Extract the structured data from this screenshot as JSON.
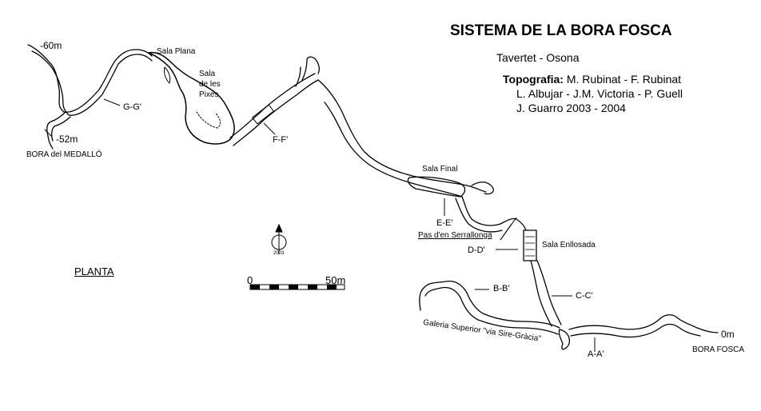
{
  "title": "SISTEMA DE LA BORA FOSCA",
  "region": "Tavertet - Osona",
  "credits": {
    "key": "Topografia:",
    "line1": "M. Rubinat - F. Rubinat",
    "line2": "L. Albujar - J.M. Victoria - P. Guell",
    "line3": "J. Guarro   2003 - 2004"
  },
  "view_label": "PLANTA",
  "scale": {
    "start": "0",
    "end": "50m"
  },
  "compass_year": "2003",
  "depths": {
    "d60": "-60m",
    "d52": "-52m",
    "d0": "0m"
  },
  "entrances": {
    "medallo": "BORA del MEDALLÓ",
    "fosca": "BORA FOSCA"
  },
  "rooms": {
    "sala_plana": "Sala Plana",
    "sala_pixes": [
      "Sala",
      "de les",
      "Pixes"
    ],
    "sala_final": "Sala Final",
    "pas_serrallonga": "Pas d'en Serrallonga",
    "sala_enllosada": "Sala Enllosada",
    "galeria_superior": "Galeria Superior \"via Sire-Gràcia\""
  },
  "sections": {
    "gg": "G-G'",
    "ff": "F-F'",
    "ee": "E-E'",
    "dd": "D-D'",
    "cc": "C-C'",
    "bb": "B-B'",
    "aa": "A-A'"
  }
}
